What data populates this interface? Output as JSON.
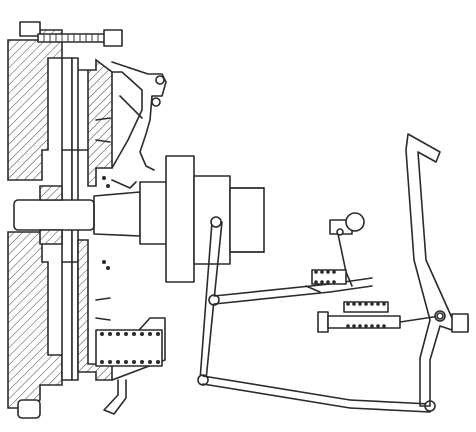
{
  "figure": {
    "kind": "mechanical-cutaway",
    "subject_elements": [
      "clutch-housing",
      "pressure-plate",
      "driven-disc",
      "release-bearing",
      "input-shaft",
      "release-fork",
      "linkage-rods",
      "return-springs",
      "clutch-pedal"
    ],
    "colors": {
      "ink": "#2b2b2b",
      "paper": "#ffffff"
    }
  }
}
